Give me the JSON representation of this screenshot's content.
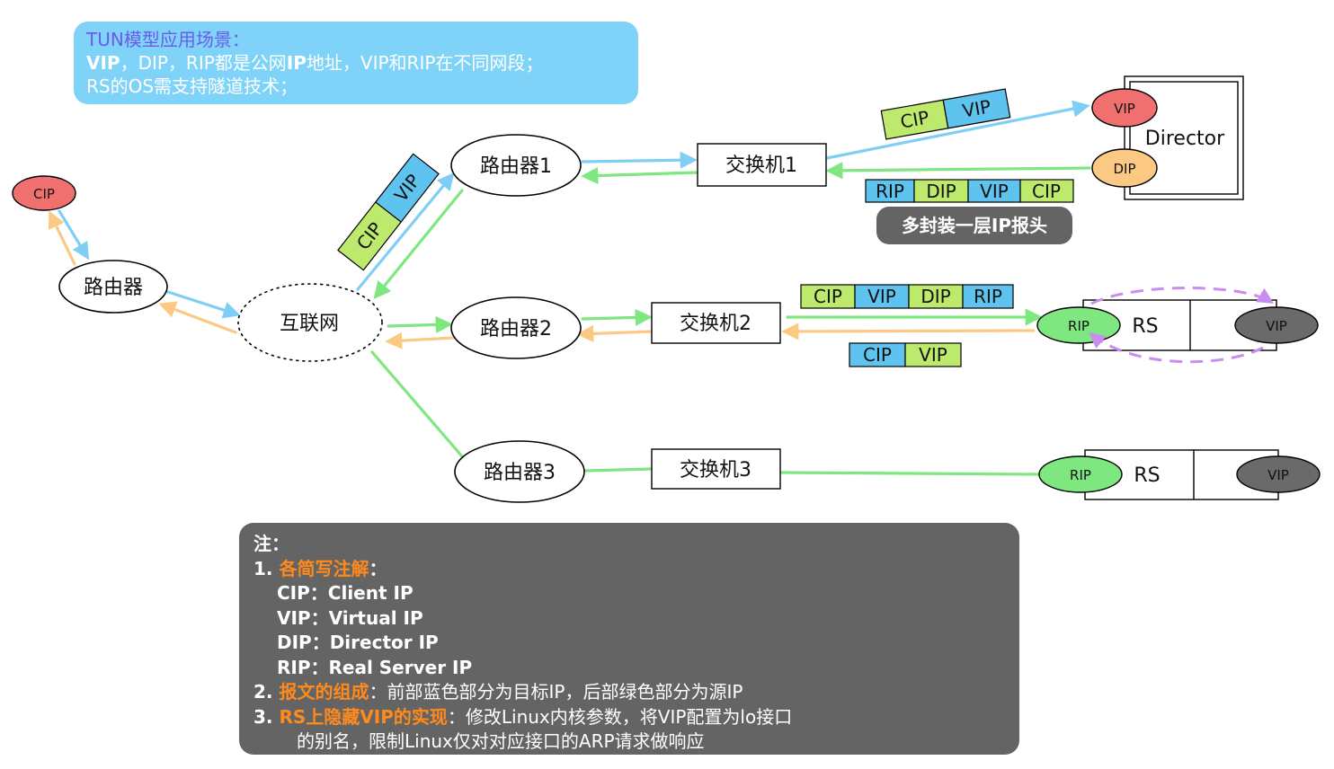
{
  "colors": {
    "blue": "#7fcef5",
    "green": "#7fe77f",
    "orange": "#fcc984",
    "purple": "#c98df0",
    "pkt_blue": "#5fc3ef",
    "pkt_green": "#bdea6c",
    "cip_red": "#f07070",
    "dip_orange": "#fcc984",
    "rip_green": "#7fe77f",
    "vip_gray": "#6a6a6a",
    "note_bg": "#646464",
    "scenario_bg": "#7fd3f8",
    "highlight_orange": "#ff8a1c",
    "title_purple": "#6a5de8"
  },
  "scenario": {
    "title": "TUN模型应用场景：",
    "line1_bold": "VIP",
    "line1_rest": "，DIP，RIP都是公网",
    "line1_bold2": "IP",
    "line1_rest2": "地址，VIP和RIP在不同网段；",
    "line2": "RS的OS需支持隧道技术；"
  },
  "nodes": {
    "cip": "CIP",
    "router0": "路由器",
    "internet": "互联网",
    "router1": "路由器1",
    "router2": "路由器2",
    "router3": "路由器3",
    "switch1": "交换机1",
    "switch2": "交换机2",
    "switch3": "交换机3",
    "director": "Director",
    "director_vip": "VIP",
    "director_dip": "DIP",
    "rs1_label": "RS",
    "rs1_rip": "RIP",
    "rs1_vip": "VIP",
    "rs2_label": "RS",
    "rs2_rip": "RIP",
    "rs2_vip": "VIP"
  },
  "packets": {
    "diagonal": [
      "CIP",
      "VIP"
    ],
    "top_request": [
      "CIP",
      "VIP"
    ],
    "director_out": [
      "RIP",
      "DIP",
      "VIP",
      "CIP"
    ],
    "rs_in": [
      "CIP",
      "VIP",
      "DIP",
      "RIP"
    ],
    "rs_reply": [
      "CIP",
      "VIP"
    ],
    "encap_label": "多封装一层IP报头"
  },
  "notes": {
    "title": "注：",
    "item1_num": "1. ",
    "item1_title": "各简写注解",
    "item1_colon": "：",
    "abbr": [
      {
        "key": "CIP",
        "sep": "：",
        "value": "Client IP"
      },
      {
        "key": "VIP",
        "sep": "：",
        "value": "Virtual IP"
      },
      {
        "key": "DIP",
        "sep": "：",
        "value": "Director IP"
      },
      {
        "key": "RIP",
        "sep": "：",
        "value": "Real Server IP"
      }
    ],
    "item2_num": "2. ",
    "item2_title": "报文的组成",
    "item2_text": "：前部蓝色部分为目标IP，后部绿色部分为源IP",
    "item3_num": "3. ",
    "item3_title": "RS上隐藏VIP的实现",
    "item3_text": "：修改Linux内核参数，将VIP配置为lo接口",
    "item3_text2": "的别名，限制Linux仅对对应接口的ARP请求做响应"
  }
}
